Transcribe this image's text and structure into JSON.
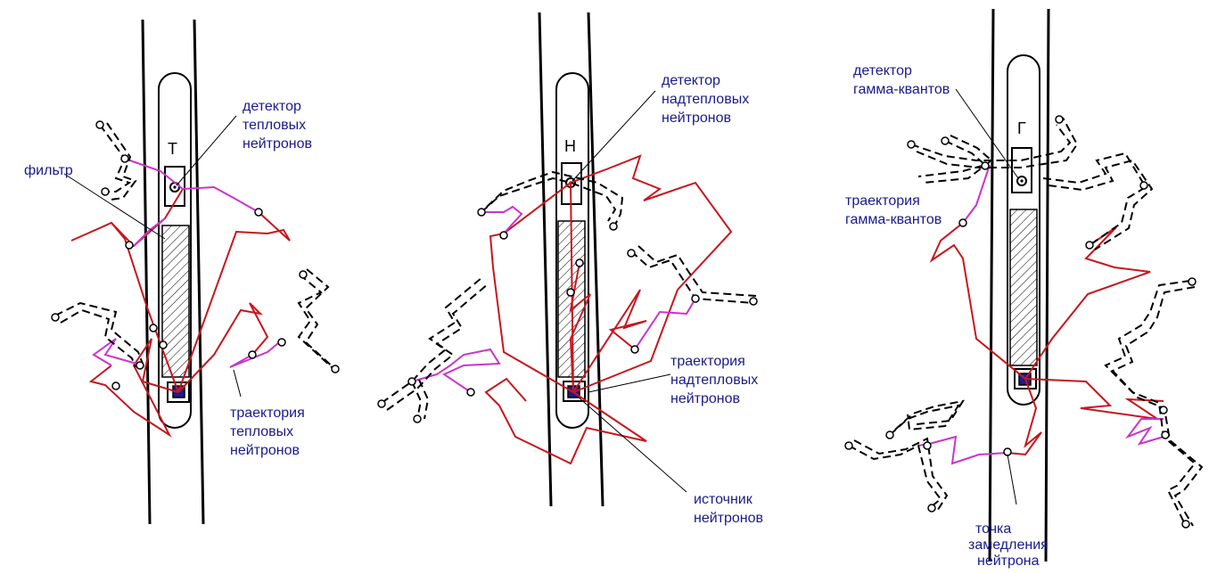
{
  "panels": [
    {
      "letter": "Т",
      "detector_label": [
        "детектор",
        "тепловых",
        "нейтронов"
      ],
      "filter_label": "фильтр",
      "trajectory_label": [
        "траектория",
        "тепловых",
        "нейтронов"
      ]
    },
    {
      "letter": "Н",
      "detector_label": [
        "детектор",
        "надтепловых",
        "нейтронов"
      ],
      "trajectory_label": [
        "траектория",
        "надтепловых",
        "нейтронов"
      ],
      "source_label": [
        "источник",
        "нейтронов"
      ]
    },
    {
      "letter": "Г",
      "detector_label": [
        "детектор",
        "гамма-квантов"
      ],
      "trajectory_label": [
        "траектория",
        "гамма-квантов"
      ],
      "slowdown_label": [
        "точка",
        "замедления",
        "нейтрона"
      ]
    }
  ],
  "colors": {
    "label_text": "#1a1a8c",
    "neutron_path": "#c8161d",
    "gamma_path": "#cc33cc",
    "source": "#1c1c8a"
  }
}
